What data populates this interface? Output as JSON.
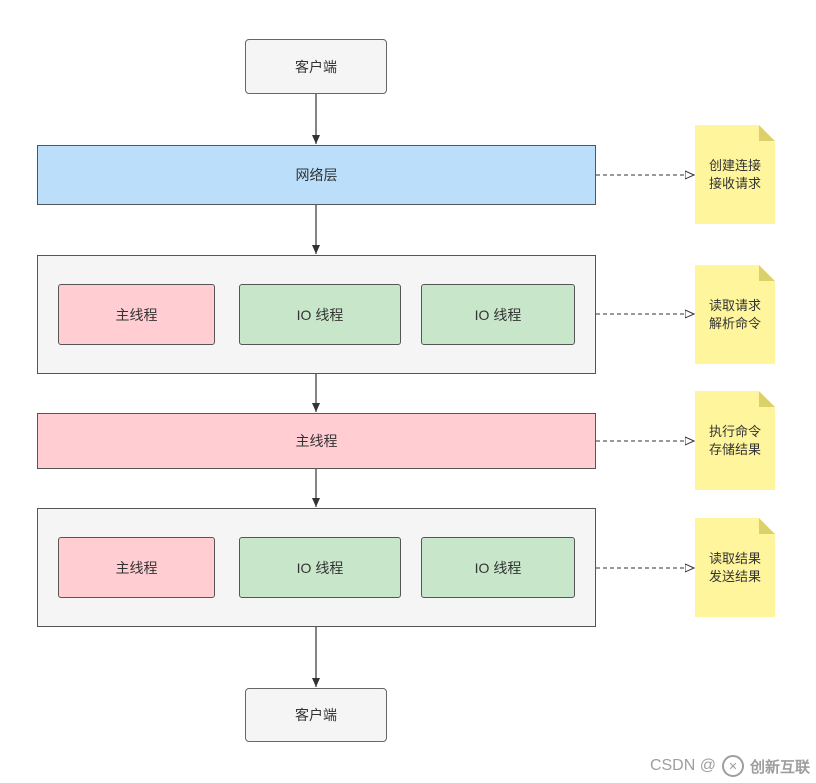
{
  "nodes": {
    "client_top": "客户端",
    "network_layer": "网络层",
    "group1": {
      "main": "主线程",
      "io1": "IO 线程",
      "io2": "IO 线程"
    },
    "main_thread": "主线程",
    "group2": {
      "main": "主线程",
      "io1": "IO 线程",
      "io2": "IO 线程"
    },
    "client_bottom": "客户端"
  },
  "notes": {
    "n1": {
      "line1": "创建连接",
      "line2": "接收请求"
    },
    "n2": {
      "line1": "读取请求",
      "line2": "解析命令"
    },
    "n3": {
      "line1": "执行命令",
      "line2": "存储结果"
    },
    "n4": {
      "line1": "读取结果",
      "line2": "发送结果"
    }
  },
  "watermark": {
    "source": "CSDN @",
    "brand": "创新互联"
  },
  "colors": {
    "network": "#bbdefb",
    "main_thread": "#ffcdd2",
    "io_thread": "#c8e6c9",
    "note": "#fff59d",
    "group": "#f5f5f5"
  }
}
